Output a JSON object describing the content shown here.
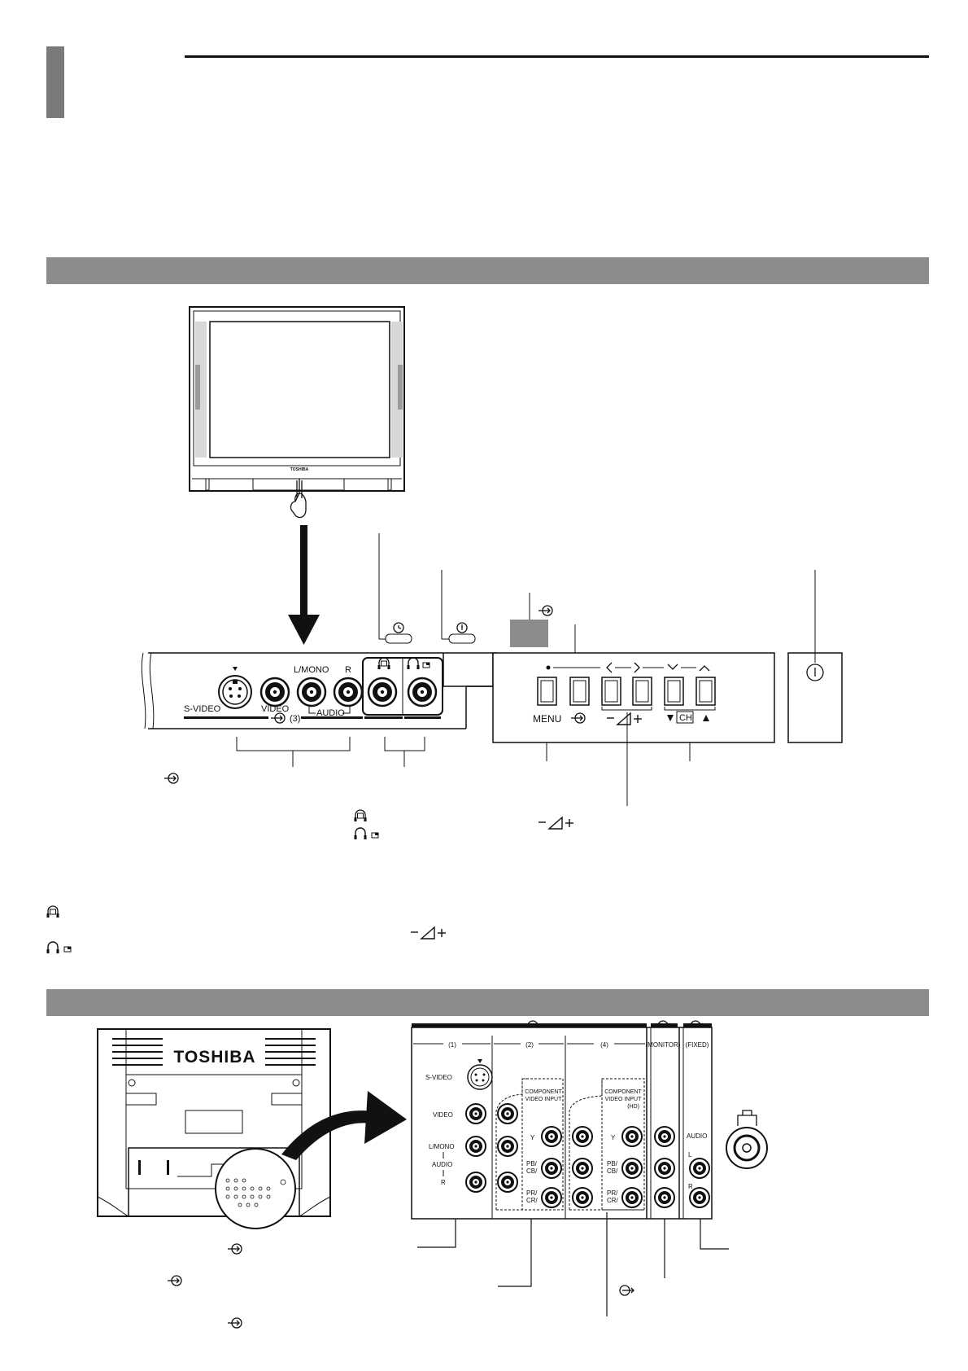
{
  "front_panel": {
    "svideo_label": "S-VIDEO",
    "video_label": "VIDEO",
    "lmono_label": "L/MONO",
    "r_label": "R",
    "audio_label": "AUDIO",
    "input_number": "(3)",
    "menu_label": "MENU",
    "ch_label": "CH",
    "tv_brand": "TOSHIBA"
  },
  "rear_panel": {
    "brand": "TOSHIBA",
    "col1": "(1)",
    "col2": "(2)",
    "col4": "(4)",
    "monitor": "(MONITOR)",
    "fixed": "(FIXED)",
    "svideo": "S-VIDEO",
    "video": "VIDEO",
    "lmono": "L/MONO",
    "audio_vertical": "AUDIO",
    "r": "R",
    "component1": "COMPONENT",
    "component2": "VIDEO INPUT",
    "component_hd1": "COMPONENT",
    "component_hd2": "VIDEO INPUT",
    "component_hd3": "(HD)",
    "y": "Y",
    "pb": "PB/",
    "cb": "CB/",
    "pr": "PR/",
    "cr": "CR/",
    "audio_fixed": "AUDIO",
    "l_fixed": "L",
    "r_fixed": "R"
  },
  "icons": {
    "input": "input-arrow-icon",
    "output": "output-arrow-icon",
    "timer": "timer-icon",
    "power": "power-icon",
    "headphone": "headphone-icon",
    "volume": "volume-ramp-icon",
    "antenna": "antenna-connector-icon"
  }
}
